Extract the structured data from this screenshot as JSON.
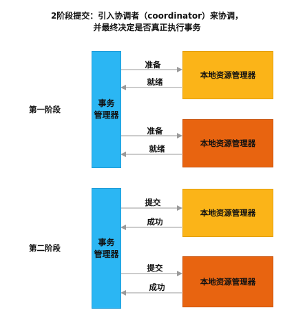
{
  "title": {
    "line1": "2阶段提交：引入协调者（coordinator）来协调，",
    "line2": "并最终决定是否真正执行事务"
  },
  "phase1": {
    "label": "第一阶段",
    "tm_line1": "事务",
    "tm_line2": "管理器",
    "rm1": "本地资源管理器",
    "rm2": "本地资源管理器",
    "req1": "准备",
    "resp1": "就绪",
    "req2": "准备",
    "resp2": "就绪"
  },
  "phase2": {
    "label": "第二阶段",
    "tm_line1": "事务",
    "tm_line2": "管理器",
    "rm1": "本地资源管理器",
    "rm2": "本地资源管理器",
    "req1": "提交",
    "resp1": "成功",
    "req2": "提交",
    "resp2": "成功"
  },
  "colors": {
    "tm_fill": "#2bb6f3",
    "rm_yellow": "#fbb418",
    "rm_orange": "#e86410",
    "arrow": "#9a9a9a"
  }
}
